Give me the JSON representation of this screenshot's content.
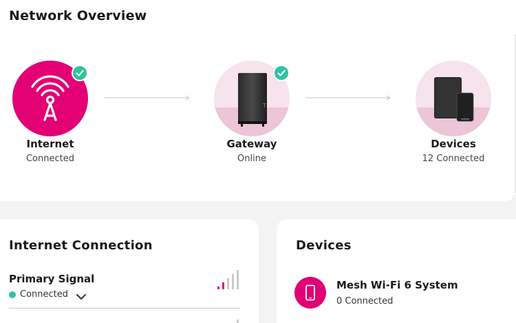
{
  "overview": {
    "title": "Network Overview",
    "nodes": [
      {
        "name": "Internet",
        "status": "Connected",
        "icon": "broadcast-tower-icon"
      },
      {
        "name": "Gateway",
        "status": "Online",
        "icon": "gateway-router-icon"
      },
      {
        "name": "Devices",
        "status": "12 Connected",
        "icon": "tablet-phone-icon"
      }
    ]
  },
  "internet_connection": {
    "title": "Internet Connection",
    "primary_signal": {
      "label": "Primary Signal",
      "status": "Connected",
      "signal_level_bars": 2,
      "signal_total_bars": 5
    }
  },
  "devices": {
    "title": "Devices",
    "items": [
      {
        "name": "Mesh Wi-Fi 6 System",
        "status": "0 Connected",
        "icon": "phone-icon"
      }
    ]
  },
  "colors": {
    "brand": "#e20074",
    "success": "#2ec4a0",
    "soft_pink": "#f6e3ec",
    "soft_pink_dark": "#ecc5d6"
  }
}
